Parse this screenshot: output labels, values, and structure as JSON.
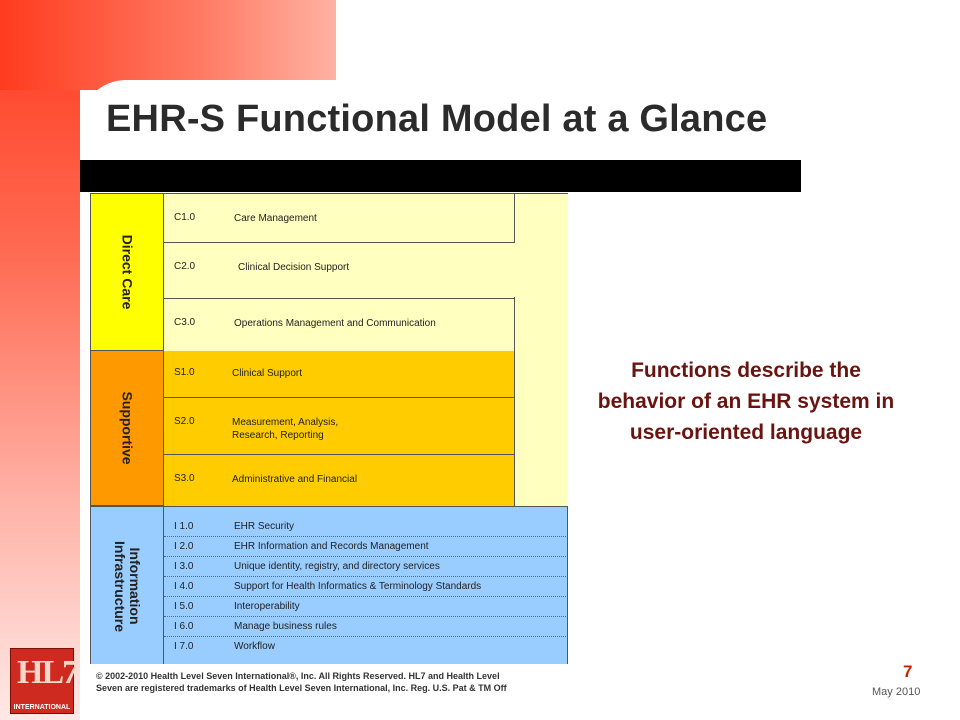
{
  "slide": {
    "title": "EHR-S Functional Model at a Glance",
    "callout": "Functions describe the behavior of an EHR system in user-oriented language",
    "copyright": "© 2002-2010 Health Level Seven International®, Inc. All Rights Reserved. HL7 and Health Level Seven are registered trademarks of Health Level Seven International, Inc. Reg. U.S. Pat & TM Off",
    "page_number": "7",
    "date": "May 2010",
    "logo": {
      "mark": "HL7",
      "subtitle": "INTERNATIONAL"
    }
  },
  "model": {
    "direct_care": {
      "label": "Direct Care",
      "color": "#ffff00",
      "rows": [
        {
          "code": "C1.0",
          "name": "Care Management"
        },
        {
          "code": "C2.0",
          "name": "Clinical Decision Support"
        },
        {
          "code": "C3.0",
          "name": "Operations Management and Communication"
        }
      ]
    },
    "supportive": {
      "label": "Supportive",
      "color": "#ff9900",
      "rows": [
        {
          "code": "S1.0",
          "name": "Clinical Support"
        },
        {
          "code": "S2.0",
          "name": "Measurement, Analysis, Research, Reporting"
        },
        {
          "code": "S3.0",
          "name": "Administrative and Financial"
        }
      ]
    },
    "information_infrastructure": {
      "label": "Information Infrastructure",
      "color": "#99ccff",
      "rows": [
        {
          "code": "I 1.0",
          "name": "EHR Security"
        },
        {
          "code": "I 2.0",
          "name": "EHR Information and Records Management"
        },
        {
          "code": "I 3.0",
          "name": "Unique identity, registry, and directory services"
        },
        {
          "code": "I 4.0",
          "name": "Support for Health Informatics & Terminology Standards"
        },
        {
          "code": "I 5.0",
          "name": "Interoperability"
        },
        {
          "code": "I 6.0",
          "name": "Manage business rules"
        },
        {
          "code": "I 7.0",
          "name": "Workflow"
        }
      ]
    }
  }
}
